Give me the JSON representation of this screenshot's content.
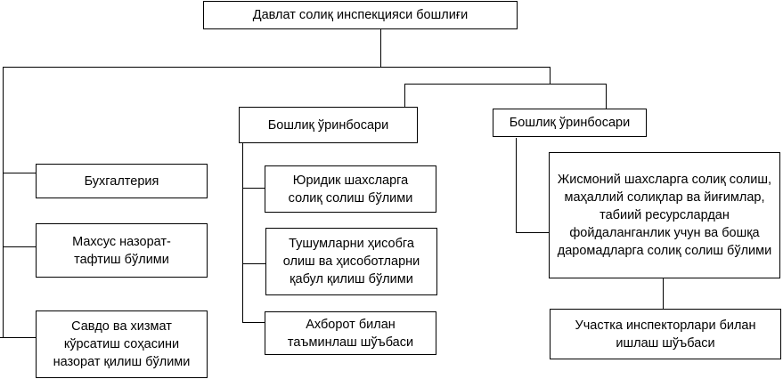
{
  "head": "Давлат солиқ инспекцияси бошлиғи",
  "left_units": [
    "Бухгалтерия",
    "Махсус назорат-тафтиш бўлими",
    "Савдо ва хизмат кўрсатиш соҳасини назорат қилиш бўлими"
  ],
  "deputy_1": {
    "title": "Бошлиқ ўринбосари",
    "units": [
      "Юридик шахсларга солиқ солиш бўлими",
      "Тушумларни ҳисобга олиш ва ҳисоботларни қабул қилиш бўлими",
      "Ахборот билан таъминлаш шўъбаси"
    ]
  },
  "deputy_2": {
    "title": "Бошлиқ ўринбосари",
    "units": [
      "Жисмоний шахсларга солиқ солиш, маҳаллий солиқлар ва йиғимлар, табиий ресурслардан фойдаланганлик учун ва бошқа даромадларга солиқ солиш бўлими",
      "Участка инспекторлари билан ишлаш шўъбаси"
    ]
  }
}
